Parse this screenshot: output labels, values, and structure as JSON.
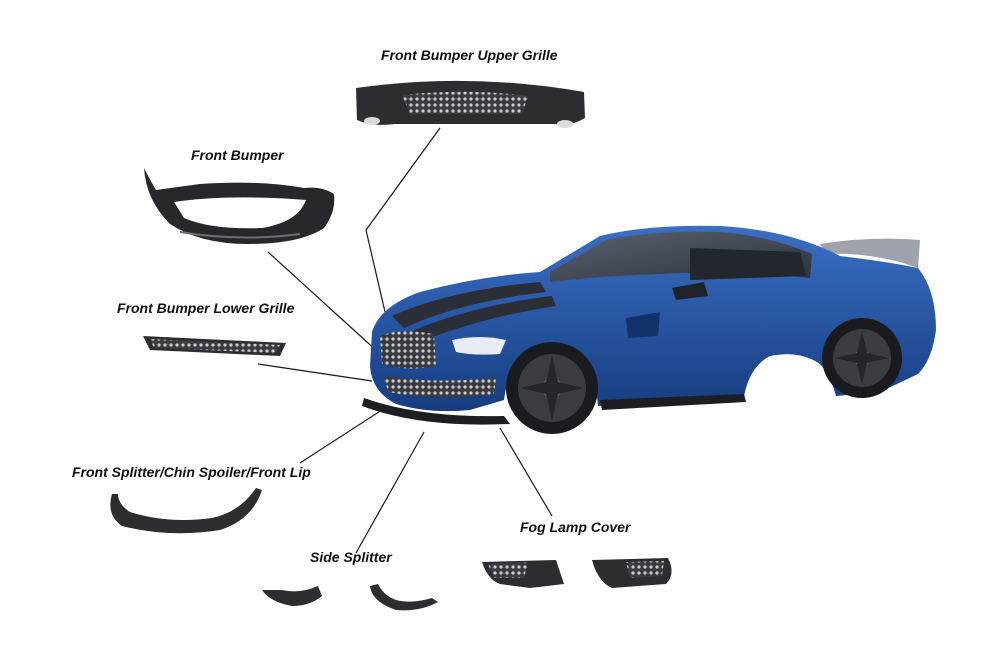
{
  "labels": {
    "upper_grille": "Front Bumper Upper Grille",
    "front_bumper": "Front Bumper",
    "lower_grille": "Front Bumper Lower Grille",
    "front_splitter": "Front Splitter/Chin Spoiler/Front Lip",
    "side_splitter": "Side Splitter",
    "fog_lamp_cover": "Fog Lamp Cover"
  },
  "colors": {
    "car_body": "#1f4f9c",
    "car_body_dark": "#12326a",
    "stripe": "#2a2e36",
    "part_dark": "#2b2d31",
    "leader_line": "#1a1a1a"
  }
}
